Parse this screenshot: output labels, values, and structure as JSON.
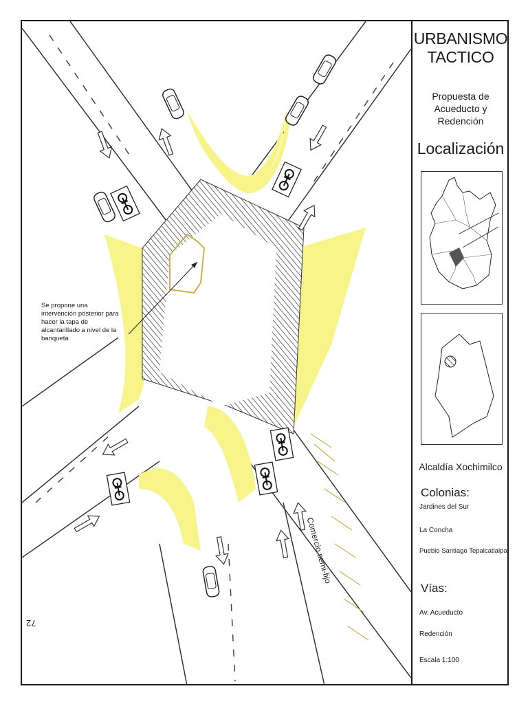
{
  "sheet": {
    "title_line1": "URBANISMO",
    "title_line2": "TACTICO",
    "subtitle_line1": "Propuesta de",
    "subtitle_line2": "Acueducto y Redención",
    "location_heading": "Localización",
    "alcaldia": "Alcaldía Xochimilco",
    "colonias_heading": "Colonias:",
    "colonias": [
      "Jardines del Sur",
      "La Concha",
      "Pueblo Santiago Tepalcatlalpan"
    ],
    "vias_heading": "Vías:",
    "vias": [
      "Av. Acueducto",
      "Redención"
    ],
    "scale": "Escala 1:100"
  },
  "plan": {
    "note_lines": [
      "Se propone una",
      "intervención posterior para",
      "hacer la tapa de",
      "alcantarillado a nivel de la",
      "banqueta"
    ],
    "street_label": "Comercio semi-fijo",
    "page_number": "72"
  },
  "colors": {
    "highlight": "#f7f48a",
    "line": "#2a2a2a",
    "district": "#555555"
  },
  "icons": [
    "car-icon",
    "bicycle-icon",
    "arrow-icon",
    "manhole-outline"
  ]
}
